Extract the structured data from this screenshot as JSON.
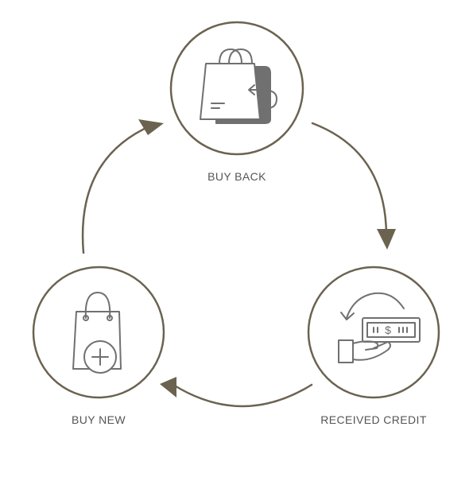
{
  "colors": {
    "ring": "#6b6350",
    "arrow": "#6b6350",
    "icon_stroke": "#707070",
    "icon_fill_dark": "#707070",
    "icon_fill_light": "#ffffff",
    "label": "#555555"
  },
  "cycle": {
    "nodes": [
      {
        "id": "buy-back",
        "label": "BUY BACK",
        "icon": "shopping-bag-return-icon"
      },
      {
        "id": "received-credit",
        "label": "RECEIVED CREDIT",
        "icon": "hand-receiving-cash-icon"
      },
      {
        "id": "buy-new",
        "label": "BUY NEW",
        "icon": "shopping-bag-add-icon"
      }
    ],
    "flow": [
      "buy-back",
      "received-credit",
      "buy-new",
      "buy-back"
    ],
    "direction": "clockwise"
  }
}
